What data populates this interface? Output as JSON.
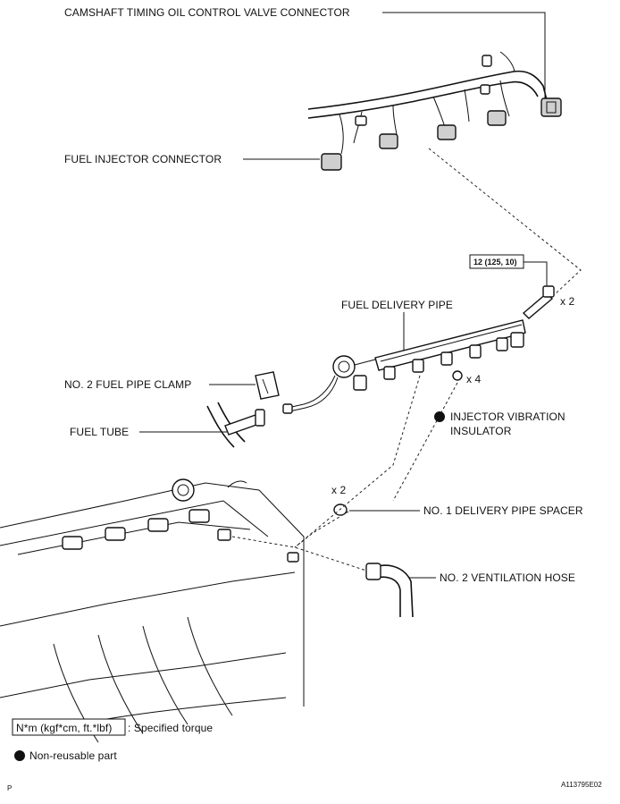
{
  "labels": {
    "camshaft_connector": "CAMSHAFT TIMING OIL CONTROL VALVE CONNECTOR",
    "fuel_injector_connector": "FUEL INJECTOR CONNECTOR",
    "torque_value": "12 (125, 10)",
    "bolt_qty": "x 2",
    "fuel_delivery_pipe": "FUEL DELIVERY PIPE",
    "no2_fuel_pipe_clamp": "NO. 2 FUEL PIPE CLAMP",
    "insulator_qty": "x 4",
    "injector_vibration_insulator_line1": "INJECTOR VIBRATION",
    "injector_vibration_insulator_line2": "INSULATOR",
    "fuel_tube": "FUEL TUBE",
    "spacer_qty": "x 2",
    "no1_delivery_pipe_spacer": "NO. 1 DELIVERY PIPE SPACER",
    "no2_ventilation_hose": "NO. 2 VENTILATION HOSE"
  },
  "legend": {
    "torque_units": "N*m (kgf*cm, ft.*lbf)",
    "torque_desc": ": Specified torque",
    "nonreusable_desc": "Non-reusable part"
  },
  "footer": {
    "page_marker": "P",
    "figure_id": "A113795E02"
  }
}
